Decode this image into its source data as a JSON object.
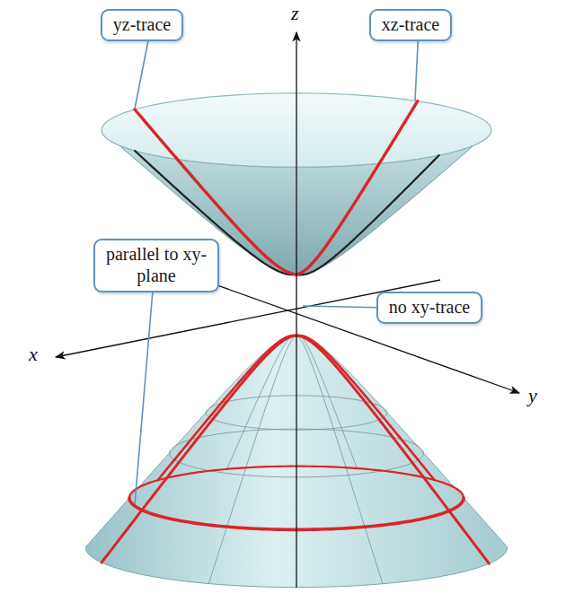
{
  "diagram": {
    "nodes": [
      {
        "text": [
          "yz-trace"
        ]
      },
      {
        "text": [
          "xz-trace"
        ]
      },
      {
        "text": [
          "parallel to xy-plane"
        ]
      },
      {
        "text": [
          "no xy-trace"
        ]
      }
    ],
    "labels": [
      "z",
      "x",
      "y"
    ]
  }
}
